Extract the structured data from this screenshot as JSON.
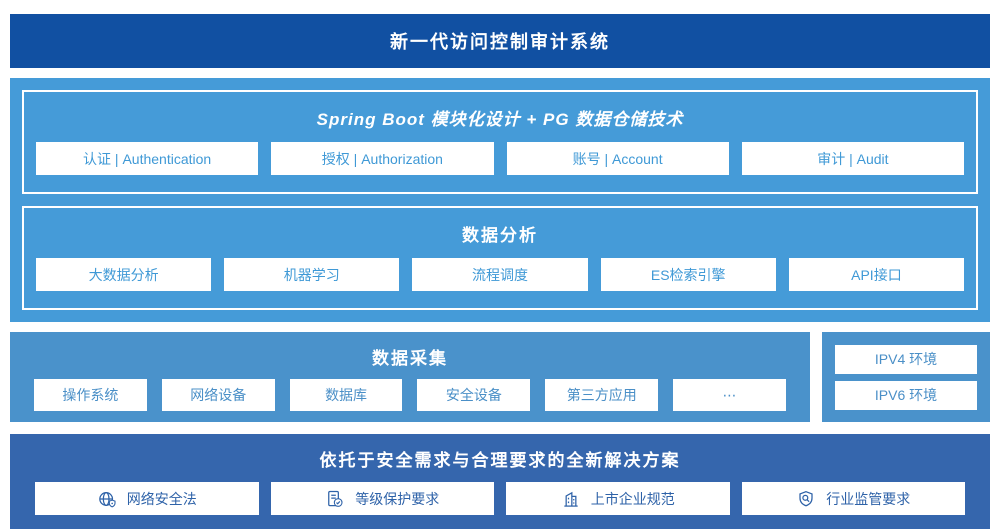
{
  "colors": {
    "banner_bg": "#1150a2",
    "platform_bg": "#459bd8",
    "collection_bg": "#4a92cb",
    "solution_bg": "#3566ad",
    "box_text_light": "#3f99d6",
    "box_text_mid": "#4a8fc7",
    "box_text_dark": "#2e62a8"
  },
  "banner": {
    "title": "新一代访问控制审计系统"
  },
  "platform": {
    "module_group": {
      "title": "Spring Boot 模块化设计 + PG 数据仓储技术",
      "items": [
        "认证 | Authentication",
        "授权 | Authorization",
        "账号 | Account",
        "审计 | Audit"
      ]
    },
    "analysis_group": {
      "title": "数据分析",
      "items": [
        "大数据分析",
        "机器学习",
        "流程调度",
        "ES检索引擎",
        "API接口"
      ]
    }
  },
  "collection": {
    "title": "数据采集",
    "items": [
      "操作系统",
      "网络设备",
      "数据库",
      "安全设备",
      "第三方应用",
      "⋯"
    ]
  },
  "environment": {
    "items": [
      "IPV4 环境",
      "IPV6 环境"
    ]
  },
  "solution": {
    "title": "依托于安全需求与合理要求的全新解决方案",
    "items": [
      {
        "icon": "globe-security-icon",
        "label": "网络安全法"
      },
      {
        "icon": "document-check-icon",
        "label": "等级保护要求"
      },
      {
        "icon": "building-icon",
        "label": "上市企业规范"
      },
      {
        "icon": "shield-search-icon",
        "label": "行业监管要求"
      }
    ]
  }
}
